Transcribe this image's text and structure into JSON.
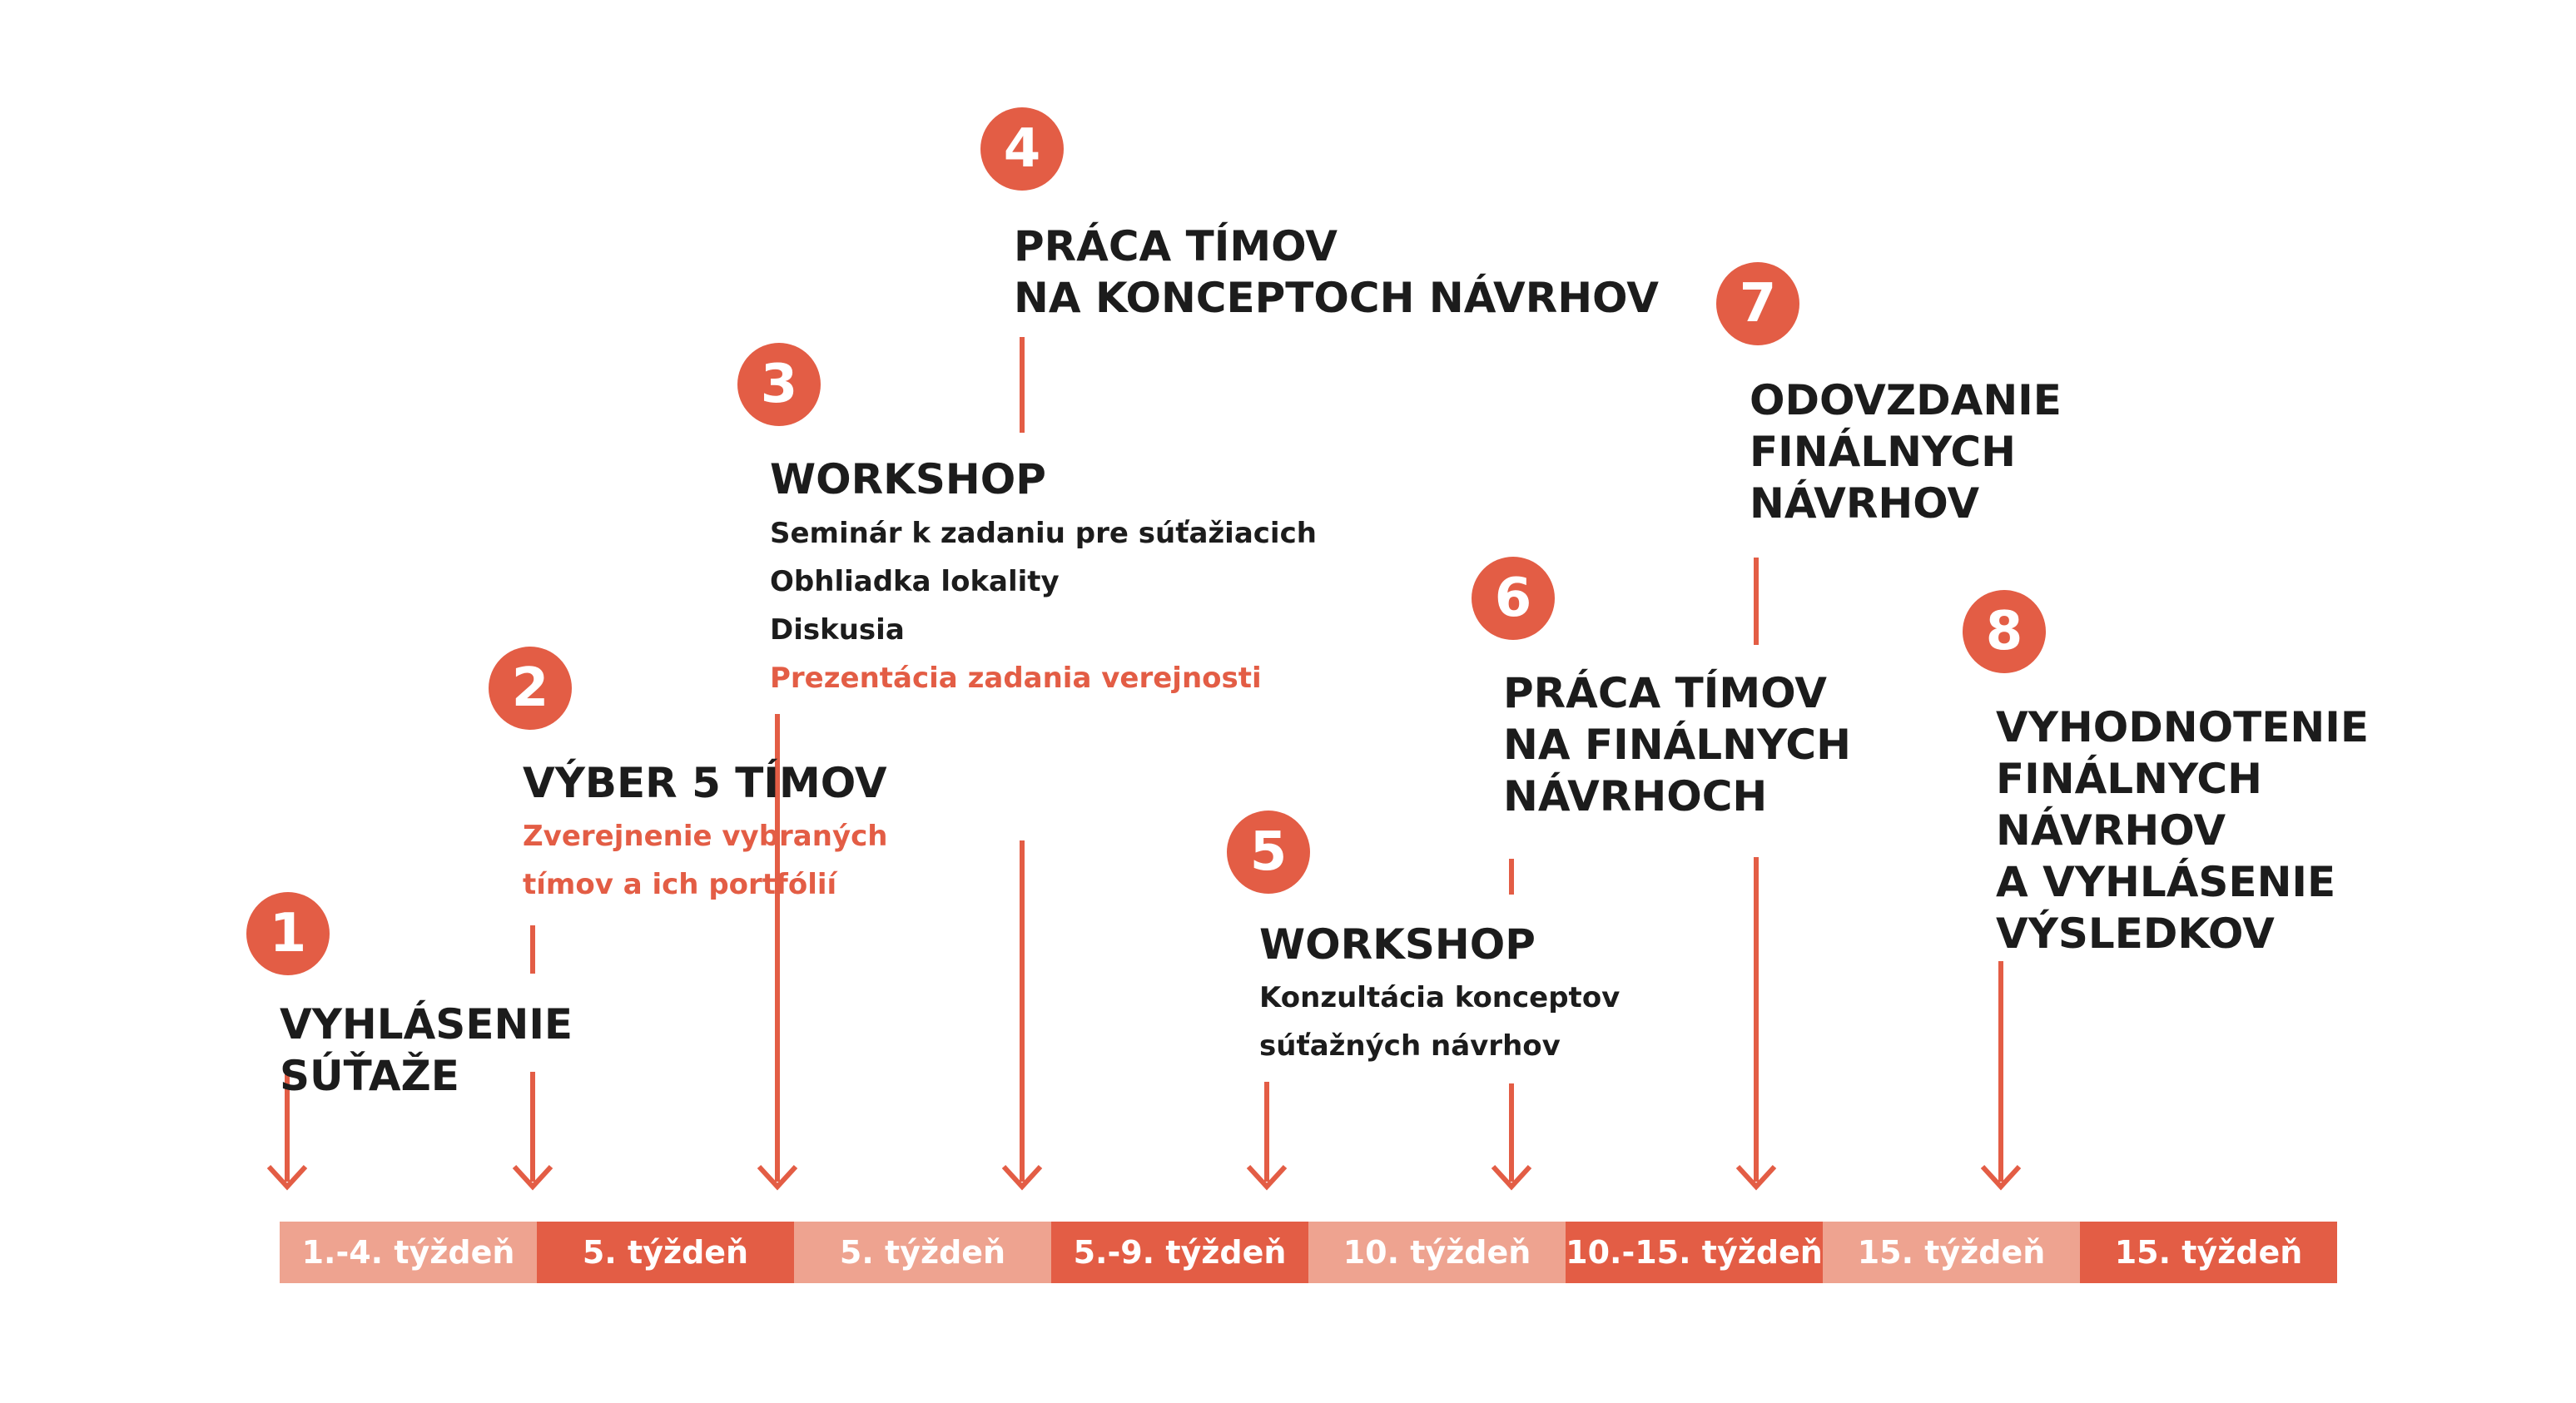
{
  "colors": {
    "accent": "#e35d45",
    "accent_light": "#eea390",
    "text": "#1c1c1c"
  },
  "steps": [
    {
      "number": "1",
      "title_lines": [
        "VYHLÁSENIE",
        "SÚŤAŽE"
      ],
      "details": []
    },
    {
      "number": "2",
      "title_lines": [
        "VÝBER 5 TÍMOV"
      ],
      "details": [
        {
          "text": "Zverejnenie vybraných",
          "accent": true
        },
        {
          "text": "tímov a ich portfólií",
          "accent": true
        }
      ]
    },
    {
      "number": "3",
      "title_lines": [
        "WORKSHOP"
      ],
      "details": [
        {
          "text": "Seminár k zadaniu pre súťažiacich",
          "accent": false
        },
        {
          "text": "Obhliadka lokality",
          "accent": false
        },
        {
          "text": "Diskusia",
          "accent": false
        },
        {
          "text": "Prezentácia zadania verejnosti",
          "accent": true
        }
      ]
    },
    {
      "number": "4",
      "title_lines": [
        "PRÁCA TÍMOV",
        "NA KONCEPTOCH NÁVRHOV"
      ],
      "details": []
    },
    {
      "number": "5",
      "title_lines": [
        "WORKSHOP"
      ],
      "details": [
        {
          "text": "Konzultácia konceptov",
          "accent": false
        },
        {
          "text": "súťažných návrhov",
          "accent": false
        }
      ]
    },
    {
      "number": "6",
      "title_lines": [
        "PRÁCA TÍMOV",
        "NA FINÁLNYCH",
        "NÁVRHOCH"
      ],
      "details": []
    },
    {
      "number": "7",
      "title_lines": [
        "ODOVZDANIE",
        "FINÁLNYCH",
        "NÁVRHOV"
      ],
      "details": []
    },
    {
      "number": "8",
      "title_lines": [
        "VYHODNOTENIE",
        "FINÁLNYCH",
        "NÁVRHOV",
        "A VYHLÁSENIE",
        "VÝSLEDKOV"
      ],
      "details": []
    }
  ],
  "timeline": [
    {
      "label": "1.-4. týždeň",
      "tone": "light"
    },
    {
      "label": "5. týždeň",
      "tone": "dark"
    },
    {
      "label": "5. týždeň",
      "tone": "light"
    },
    {
      "label": "5.-9. týždeň",
      "tone": "dark"
    },
    {
      "label": "10. týždeň",
      "tone": "light"
    },
    {
      "label": "10.-15. týždeň",
      "tone": "dark"
    },
    {
      "label": "15. týždeň",
      "tone": "light"
    },
    {
      "label": "15. týždeň",
      "tone": "dark"
    }
  ]
}
